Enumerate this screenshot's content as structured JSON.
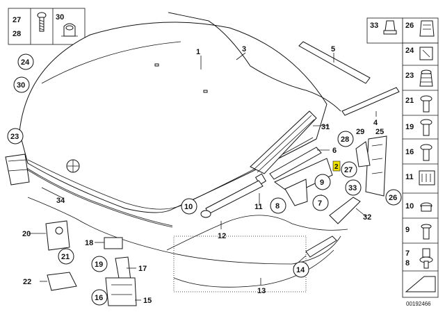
{
  "diagram": {
    "reference_number": "00192466",
    "highlight_color": "#f0e000",
    "highlight_label": "2",
    "labels": {
      "l1": "1",
      "l3": "3",
      "l4": "4",
      "l5": "5",
      "l6": "6",
      "l7": "7",
      "l8": "8",
      "l9": "9",
      "l10": "10",
      "l11": "11",
      "l12": "12",
      "l13": "13",
      "l14": "14",
      "l15": "15",
      "l16": "16",
      "l17": "17",
      "l18": "18",
      "l19": "19",
      "l20": "20",
      "l21": "21",
      "l22": "22",
      "l23": "23",
      "l24": "24",
      "l25": "25",
      "l26": "26",
      "l27": "27",
      "l28": "28",
      "l29": "29",
      "l30": "30",
      "l31": "31",
      "l32": "32",
      "l33": "33",
      "l34": "34"
    },
    "legend_top_left": [
      "27",
      "28",
      "30"
    ],
    "legend_right": [
      "33",
      "26",
      "24",
      "23",
      "21",
      "19",
      "16",
      "11",
      "10",
      "9",
      "7",
      "8"
    ]
  }
}
